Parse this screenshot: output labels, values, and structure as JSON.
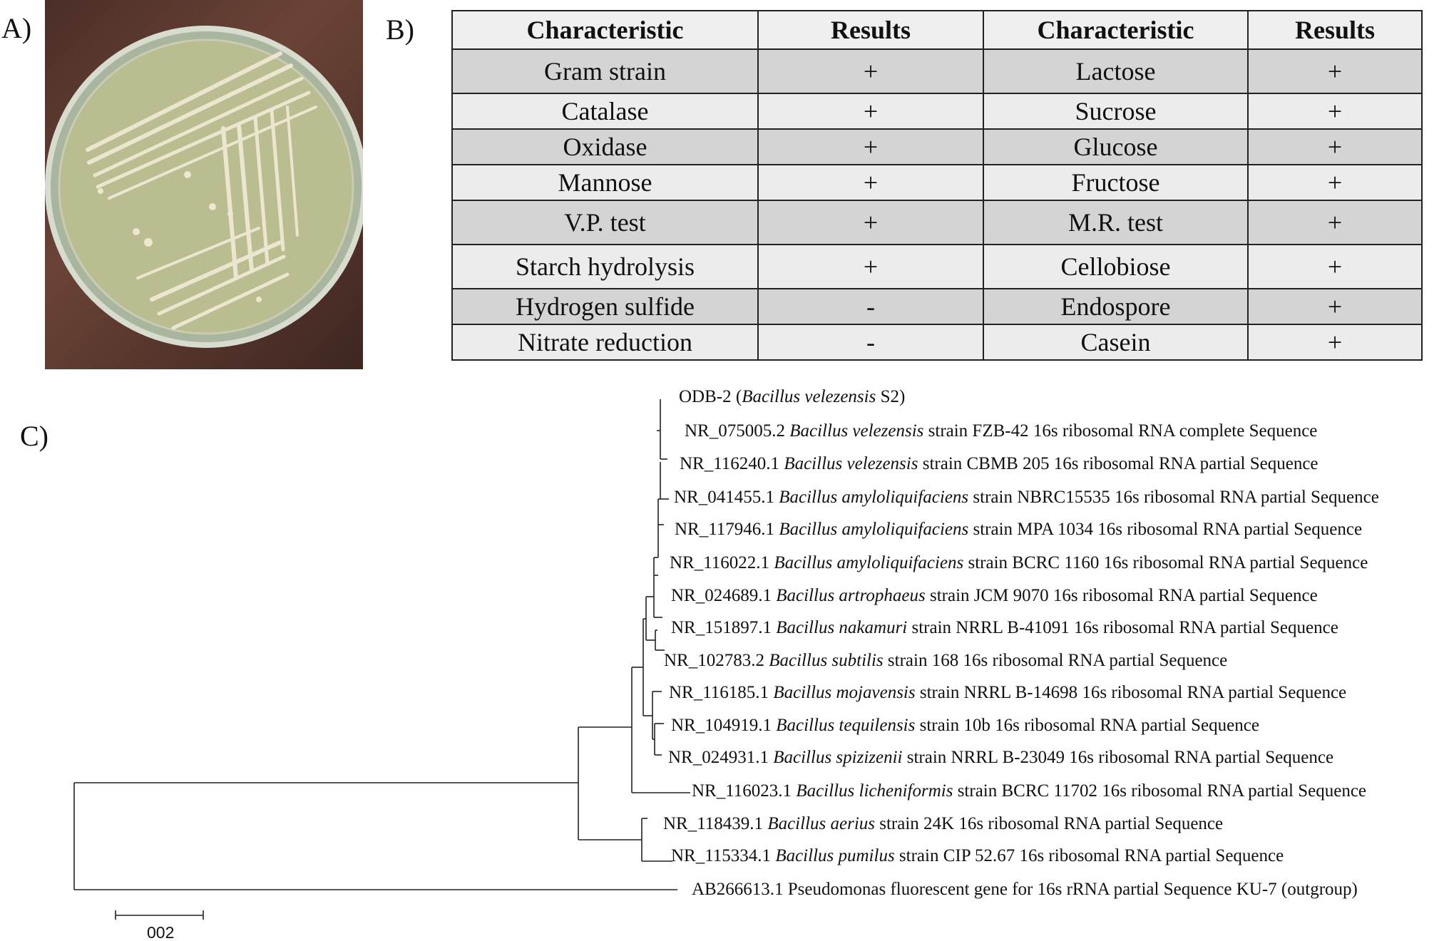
{
  "panels": {
    "a": "A)",
    "b": "B)",
    "c": "C)"
  },
  "table": {
    "headers": [
      "Characteristic",
      "Results",
      "Characteristic",
      "Results"
    ],
    "rows": [
      [
        "Gram strain",
        "+",
        "Lactose",
        "+"
      ],
      [
        "Catalase",
        "+",
        "Sucrose",
        "+"
      ],
      [
        "Oxidase",
        "+",
        "Glucose",
        "+"
      ],
      [
        "Mannose",
        "+",
        "Fructose",
        "+"
      ],
      [
        "V.P. test",
        "+",
        "M.R. test",
        "+"
      ],
      [
        "Starch hydrolysis",
        "+",
        "Cellobiose",
        "+"
      ],
      [
        "Hydrogen sulfide",
        "-",
        "Endospore",
        "+"
      ],
      [
        "Nitrate reduction",
        "-",
        "Casein",
        "+"
      ]
    ]
  },
  "tree": {
    "query_color": "#2e6e99",
    "leaves": [
      {
        "acc": "ODB-2 (",
        "species": "Bacillus velezensis",
        "rest": " S2)",
        "query": true
      },
      {
        "acc": "NR_075005.2 ",
        "species": "Bacillus velezensis",
        "rest": " strain FZB-42 16s ribosomal RNA complete Sequence"
      },
      {
        "acc": "NR_116240.1 ",
        "species": "Bacillus velezensis",
        "rest": " strain CBMB 205 16s ribosomal RNA partial Sequence"
      },
      {
        "acc": "NR_041455.1 ",
        "species": "Bacillus amyloliquifaciens",
        "rest": " strain NBRC15535 16s ribosomal RNA partial Sequence"
      },
      {
        "acc": "NR_117946.1 ",
        "species": "Bacillus amyloliquifaciens",
        "rest": " strain MPA 1034 16s ribosomal RNA partial Sequence"
      },
      {
        "acc": "NR_116022.1 ",
        "species": "Bacillus amyloliquifaciens",
        "rest": " strain BCRC 1160 16s ribosomal RNA partial Sequence"
      },
      {
        "acc": "NR_024689.1 ",
        "species": "Bacillus artrophaeus",
        "rest": " strain JCM 9070 16s ribosomal RNA partial Sequence"
      },
      {
        "acc": "NR_151897.1 ",
        "species": "Bacillus nakamuri",
        "rest": " strain NRRL B-41091 16s ribosomal RNA partial Sequence"
      },
      {
        "acc": "NR_102783.2 ",
        "species": "Bacillus subtilis",
        "rest": " strain 168 16s ribosomal RNA partial Sequence"
      },
      {
        "acc": "NR_116185.1 ",
        "species": "Bacillus mojavensis",
        "rest": " strain NRRL B-14698 16s ribosomal RNA partial Sequence"
      },
      {
        "acc": "NR_104919.1 ",
        "species": "Bacillus tequilensis",
        "rest": " strain 10b 16s ribosomal RNA partial Sequence"
      },
      {
        "acc": "NR_024931.1 ",
        "species": "Bacillus spizizenii",
        "rest": " strain NRRL B-23049 16s ribosomal RNA partial Sequence"
      },
      {
        "acc": "NR_116023.1 ",
        "species": "Bacillus licheniformis",
        "rest": " strain BCRC 11702 16s ribosomal RNA partial Sequence"
      },
      {
        "acc": "NR_118439.1 ",
        "species": "Bacillus aerius",
        "rest": " strain 24K 16s ribosomal RNA partial Sequence"
      },
      {
        "acc": "NR_115334.1 ",
        "species": "Bacillus pumilus",
        "rest": " strain CIP 52.67 16s ribosomal RNA partial Sequence"
      },
      {
        "acc": "AB266613.1 Pseudomonas fluorescent gene for 16s rRNA partial Sequence KU-7 (outgroup)",
        "species": "",
        "rest": ""
      }
    ],
    "scale_label": "002"
  }
}
